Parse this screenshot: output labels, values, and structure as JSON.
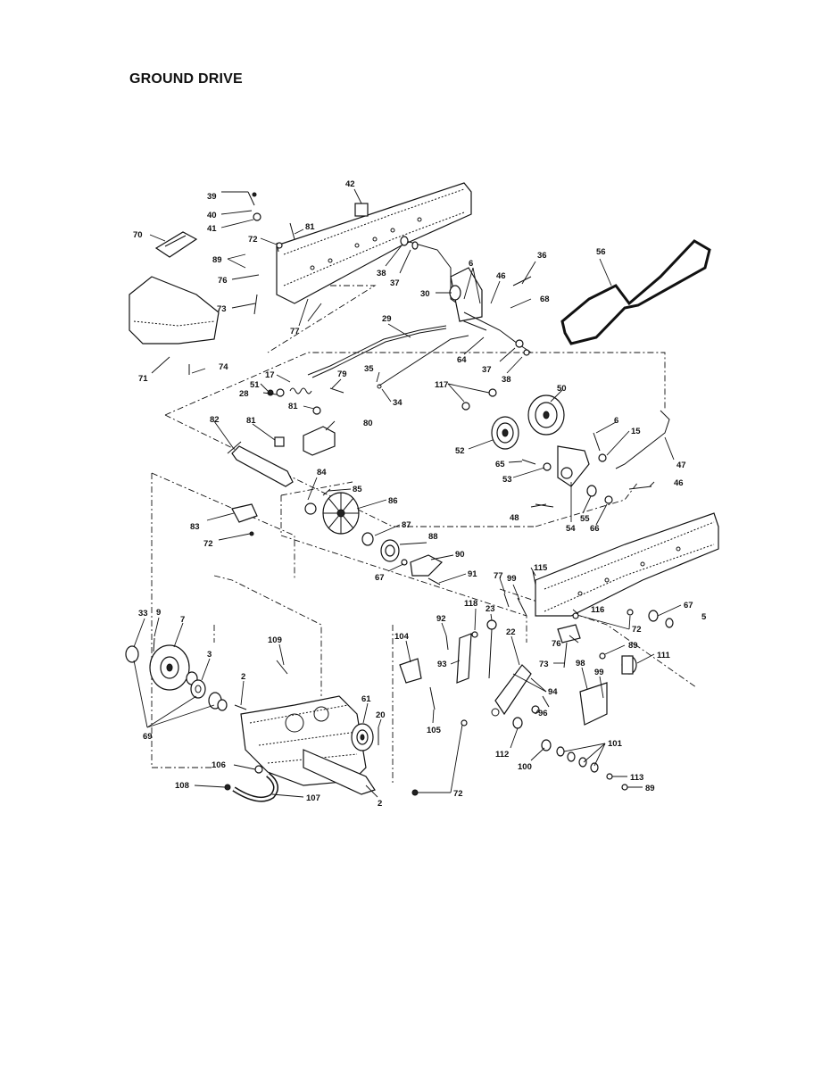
{
  "title": "GROUND DRIVE",
  "callouts": [
    {
      "id": "c39",
      "label": "39"
    },
    {
      "id": "c40",
      "label": "40"
    },
    {
      "id": "c41",
      "label": "41"
    },
    {
      "id": "c42",
      "label": "42"
    },
    {
      "id": "c70",
      "label": "70"
    },
    {
      "id": "c72a",
      "label": "72"
    },
    {
      "id": "c81a",
      "label": "81"
    },
    {
      "id": "c89a",
      "label": "89"
    },
    {
      "id": "c76a",
      "label": "76"
    },
    {
      "id": "c73a",
      "label": "73"
    },
    {
      "id": "c77a",
      "label": "77"
    },
    {
      "id": "c38a",
      "label": "38"
    },
    {
      "id": "c37a",
      "label": "37"
    },
    {
      "id": "c30",
      "label": "30"
    },
    {
      "id": "c6a",
      "label": "6"
    },
    {
      "id": "c46a",
      "label": "46"
    },
    {
      "id": "c36",
      "label": "36"
    },
    {
      "id": "c68",
      "label": "68"
    },
    {
      "id": "c56",
      "label": "56"
    },
    {
      "id": "c29",
      "label": "29"
    },
    {
      "id": "c64",
      "label": "64"
    },
    {
      "id": "c37b",
      "label": "37"
    },
    {
      "id": "c38b",
      "label": "38"
    },
    {
      "id": "c71",
      "label": "71"
    },
    {
      "id": "c74",
      "label": "74"
    },
    {
      "id": "c17",
      "label": "17"
    },
    {
      "id": "c51",
      "label": "51"
    },
    {
      "id": "c28",
      "label": "28"
    },
    {
      "id": "c79",
      "label": "79"
    },
    {
      "id": "c35",
      "label": "35"
    },
    {
      "id": "c34",
      "label": "34"
    },
    {
      "id": "c117",
      "label": "117"
    },
    {
      "id": "c50",
      "label": "50"
    },
    {
      "id": "c81b",
      "label": "81"
    },
    {
      "id": "c80",
      "label": "80"
    },
    {
      "id": "c82",
      "label": "82"
    },
    {
      "id": "c81c",
      "label": "81"
    },
    {
      "id": "c6b",
      "label": "6"
    },
    {
      "id": "c15",
      "label": "15"
    },
    {
      "id": "c52",
      "label": "52"
    },
    {
      "id": "c65",
      "label": "65"
    },
    {
      "id": "c47",
      "label": "47"
    },
    {
      "id": "c53",
      "label": "53"
    },
    {
      "id": "c46b",
      "label": "46"
    },
    {
      "id": "c84",
      "label": "84"
    },
    {
      "id": "c85",
      "label": "85"
    },
    {
      "id": "c86",
      "label": "86"
    },
    {
      "id": "c48",
      "label": "48"
    },
    {
      "id": "c55",
      "label": "55"
    },
    {
      "id": "c54",
      "label": "54"
    },
    {
      "id": "c66",
      "label": "66"
    },
    {
      "id": "c87",
      "label": "87"
    },
    {
      "id": "c83",
      "label": "83"
    },
    {
      "id": "c72b",
      "label": "72"
    },
    {
      "id": "c88",
      "label": "88"
    },
    {
      "id": "c90",
      "label": "90"
    },
    {
      "id": "c67a",
      "label": "67"
    },
    {
      "id": "c91",
      "label": "91"
    },
    {
      "id": "c115",
      "label": "115"
    },
    {
      "id": "c77b",
      "label": "77"
    },
    {
      "id": "c99a",
      "label": "99"
    },
    {
      "id": "c118",
      "label": "118"
    },
    {
      "id": "c23",
      "label": "23"
    },
    {
      "id": "c116",
      "label": "116"
    },
    {
      "id": "c67b",
      "label": "67"
    },
    {
      "id": "c5",
      "label": "5"
    },
    {
      "id": "c72c",
      "label": "72"
    },
    {
      "id": "c33",
      "label": "33"
    },
    {
      "id": "c9",
      "label": "9"
    },
    {
      "id": "c7",
      "label": "7"
    },
    {
      "id": "c92",
      "label": "92"
    },
    {
      "id": "c104",
      "label": "104"
    },
    {
      "id": "c22",
      "label": "22"
    },
    {
      "id": "c76b",
      "label": "76"
    },
    {
      "id": "c89b",
      "label": "89"
    },
    {
      "id": "c109",
      "label": "109"
    },
    {
      "id": "c3",
      "label": "3"
    },
    {
      "id": "c93",
      "label": "93"
    },
    {
      "id": "c73b",
      "label": "73"
    },
    {
      "id": "c98",
      "label": "98"
    },
    {
      "id": "c111",
      "label": "111"
    },
    {
      "id": "c99b",
      "label": "99"
    },
    {
      "id": "c2a",
      "label": "2"
    },
    {
      "id": "c94",
      "label": "94"
    },
    {
      "id": "c61",
      "label": "61"
    },
    {
      "id": "c20",
      "label": "20"
    },
    {
      "id": "c105",
      "label": "105"
    },
    {
      "id": "c96",
      "label": "96"
    },
    {
      "id": "c69",
      "label": "69"
    },
    {
      "id": "c112",
      "label": "112"
    },
    {
      "id": "c101",
      "label": "101"
    },
    {
      "id": "c100",
      "label": "100"
    },
    {
      "id": "c106",
      "label": "106"
    },
    {
      "id": "c113",
      "label": "113"
    },
    {
      "id": "c108",
      "label": "108"
    },
    {
      "id": "c107",
      "label": "107"
    },
    {
      "id": "c2b",
      "label": "2"
    },
    {
      "id": "c72d",
      "label": "72"
    },
    {
      "id": "c89c",
      "label": "89"
    }
  ]
}
